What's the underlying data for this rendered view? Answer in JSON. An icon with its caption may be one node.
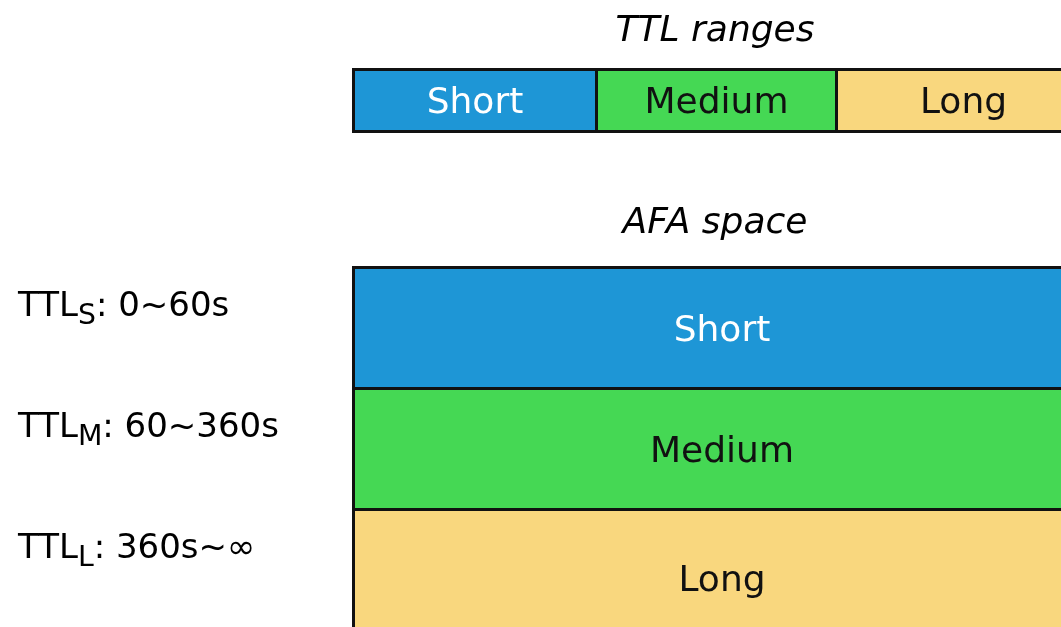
{
  "diagram": {
    "nodes": [
      {
        "text": [
          "TTL ranges"
        ]
      },
      {
        "text": [
          "Short"
        ],
        "in": 0
      },
      {
        "text": [
          "Medium"
        ],
        "in": 0
      },
      {
        "text": [
          "Long"
        ],
        "in": 0
      },
      {
        "text": [
          "AFA space"
        ]
      },
      {
        "text": [
          "Short"
        ],
        "in": 4,
        "beside": [
          "TTL$_{S}$: 0~60s"
        ]
      },
      {
        "text": [
          "Medium"
        ],
        "in": 4,
        "beside": [
          "TTL$_{M}$: 60~360s"
        ]
      },
      {
        "text": [
          "Long"
        ],
        "in": 4,
        "beside": [
          "TTL$_{L}$: 360s~∞"
        ]
      }
    ]
  }
}
